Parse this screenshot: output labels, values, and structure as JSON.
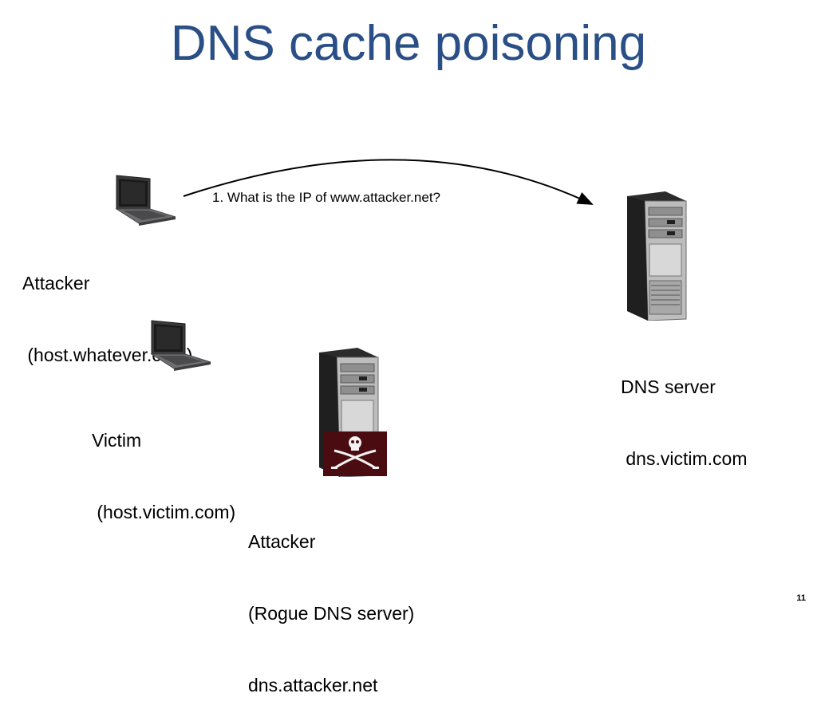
{
  "slide": {
    "title": "DNS cache poisoning",
    "page_number": "11"
  },
  "nodes": {
    "attacker_host": {
      "line1": "Attacker",
      "line2": " (host.whatever.com)"
    },
    "dns_server": {
      "line1": "DNS server",
      "line2": " dns.victim.com"
    },
    "victim": {
      "line1": "Victim",
      "line2": " (host.victim.com)"
    },
    "rogue_dns": {
      "line1": "Attacker",
      "line2": "(Rogue DNS server)",
      "line3": "dns.attacker.net"
    }
  },
  "arrows": [
    {
      "label": "1. What is the IP of www.attacker.net?"
    }
  ],
  "icons": {
    "laptop": "laptop-icon",
    "server": "server-tower-icon",
    "pirate": "skull-crossed-swords-icon"
  },
  "colors": {
    "title": "#2a4f86",
    "text": "#000000",
    "pirate_background": "#4a0c10"
  }
}
